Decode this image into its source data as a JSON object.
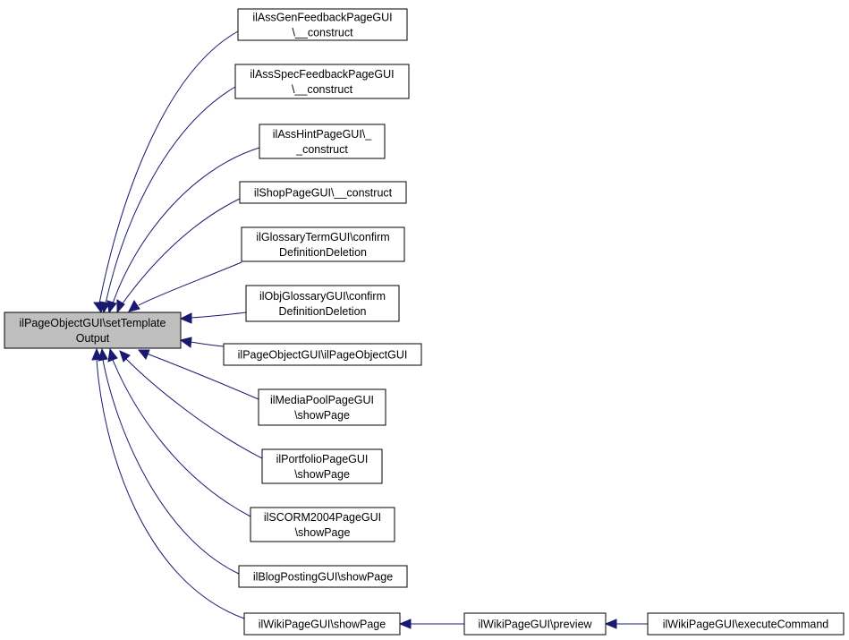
{
  "nodes": [
    {
      "id": "root",
      "lines": [
        "ilPageObjectGUI\\setTemplate",
        "Output"
      ],
      "highlighted": true
    },
    {
      "id": "ass-gen-feedback",
      "lines": [
        "ilAssGenFeedbackPageGUI",
        "\\__construct"
      ]
    },
    {
      "id": "ass-spec-feedback",
      "lines": [
        "ilAssSpecFeedbackPageGUI",
        "\\__construct"
      ]
    },
    {
      "id": "ass-hint",
      "lines": [
        "ilAssHintPageGUI\\_",
        "_construct"
      ]
    },
    {
      "id": "shop-page",
      "lines": [
        "ilShopPageGUI\\__construct"
      ]
    },
    {
      "id": "glossary-term",
      "lines": [
        "ilGlossaryTermGUI\\confirm",
        "DefinitionDeletion"
      ]
    },
    {
      "id": "obj-glossary",
      "lines": [
        "ilObjGlossaryGUI\\confirm",
        "DefinitionDeletion"
      ]
    },
    {
      "id": "page-object-ctor",
      "lines": [
        "ilPageObjectGUI\\ilPageObjectGUI"
      ]
    },
    {
      "id": "media-pool",
      "lines": [
        "ilMediaPoolPageGUI",
        "\\showPage"
      ]
    },
    {
      "id": "portfolio",
      "lines": [
        "ilPortfolioPageGUI",
        "\\showPage"
      ]
    },
    {
      "id": "scorm2004",
      "lines": [
        "ilSCORM2004PageGUI",
        "\\showPage"
      ]
    },
    {
      "id": "blog-posting",
      "lines": [
        "ilBlogPostingGUI\\showPage"
      ]
    },
    {
      "id": "wiki-showpage",
      "lines": [
        "ilWikiPageGUI\\showPage"
      ]
    },
    {
      "id": "wiki-preview",
      "lines": [
        "ilWikiPageGUI\\preview"
      ]
    },
    {
      "id": "wiki-execute",
      "lines": [
        "ilWikiPageGUI\\executeCommand"
      ]
    }
  ],
  "edges": [
    {
      "from": "ass-gen-feedback",
      "to": "root"
    },
    {
      "from": "ass-spec-feedback",
      "to": "root"
    },
    {
      "from": "ass-hint",
      "to": "root"
    },
    {
      "from": "shop-page",
      "to": "root"
    },
    {
      "from": "glossary-term",
      "to": "root"
    },
    {
      "from": "obj-glossary",
      "to": "root"
    },
    {
      "from": "page-object-ctor",
      "to": "root"
    },
    {
      "from": "media-pool",
      "to": "root"
    },
    {
      "from": "portfolio",
      "to": "root"
    },
    {
      "from": "scorm2004",
      "to": "root"
    },
    {
      "from": "blog-posting",
      "to": "root"
    },
    {
      "from": "wiki-showpage",
      "to": "root"
    },
    {
      "from": "wiki-preview",
      "to": "wiki-showpage"
    },
    {
      "from": "wiki-execute",
      "to": "wiki-preview"
    }
  ],
  "colors": {
    "edge": "#191970",
    "root_fill": "#bfbfbf",
    "node_fill": "#ffffff",
    "border": "#000000"
  }
}
